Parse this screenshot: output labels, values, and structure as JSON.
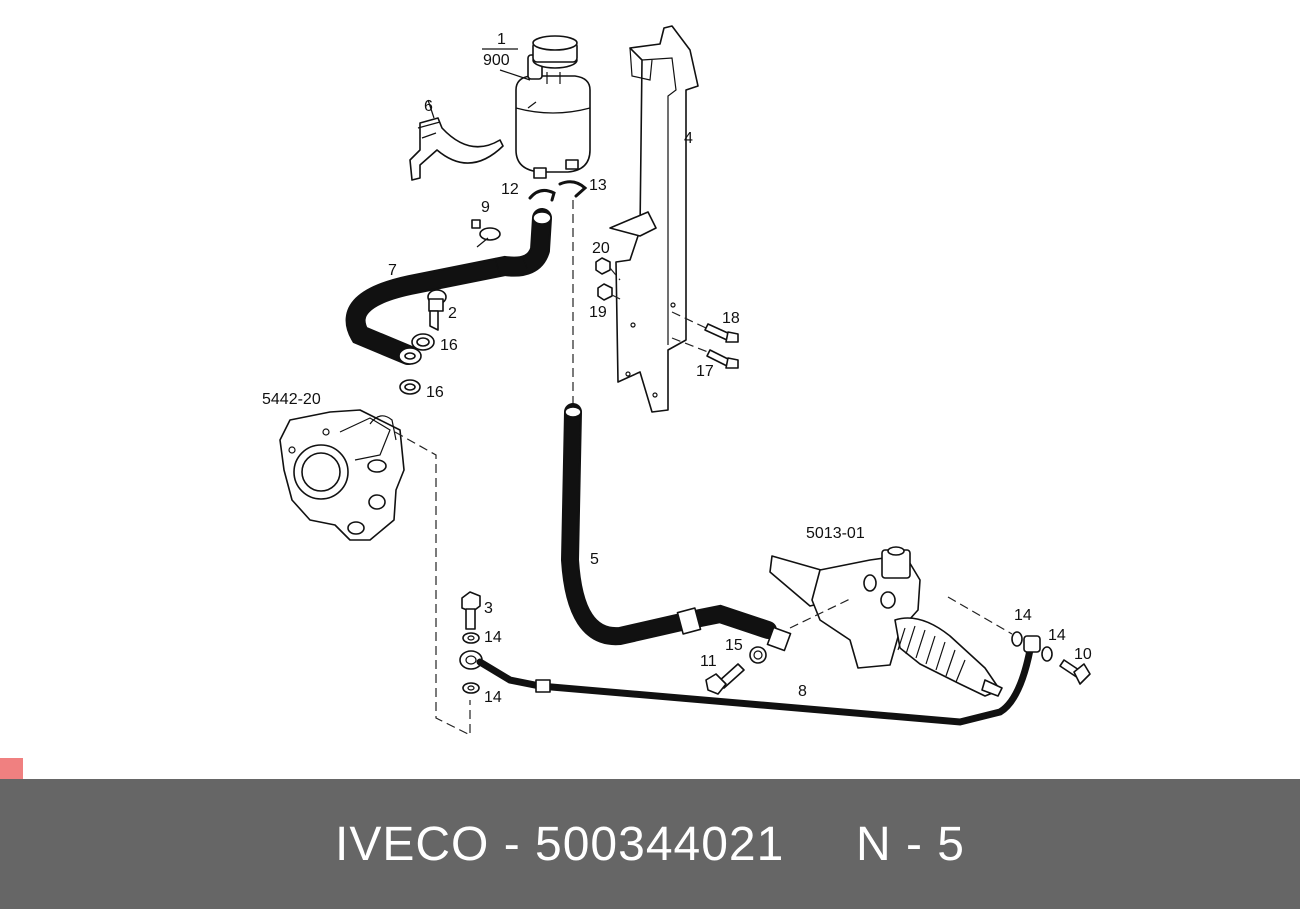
{
  "colors": {
    "footer_bg": "#666666",
    "footer_text": "#ffffff",
    "marker": "#f08080",
    "line": "#111111"
  },
  "labels": {
    "p1_num": "1",
    "p1_den": "900",
    "p2": "2",
    "p3": "3",
    "p4": "4",
    "p5": "5",
    "p6": "6",
    "p7": "7",
    "p8": "8",
    "p9": "9",
    "p10": "10",
    "p11": "11",
    "p12": "12",
    "p13": "13",
    "p14a": "14",
    "p14b": "14",
    "p14c": "14",
    "p14d": "14",
    "p15": "15",
    "p16a": "16",
    "p16b": "16",
    "p17": "17",
    "p18": "18",
    "p19": "19",
    "p20": "20",
    "group_pump": "5442-20",
    "group_steering": "5013-01"
  },
  "footer": {
    "brand": "IVECO",
    "separator": " - ",
    "part_number": "500344021",
    "gap": "     ",
    "ref": "N - 5"
  }
}
